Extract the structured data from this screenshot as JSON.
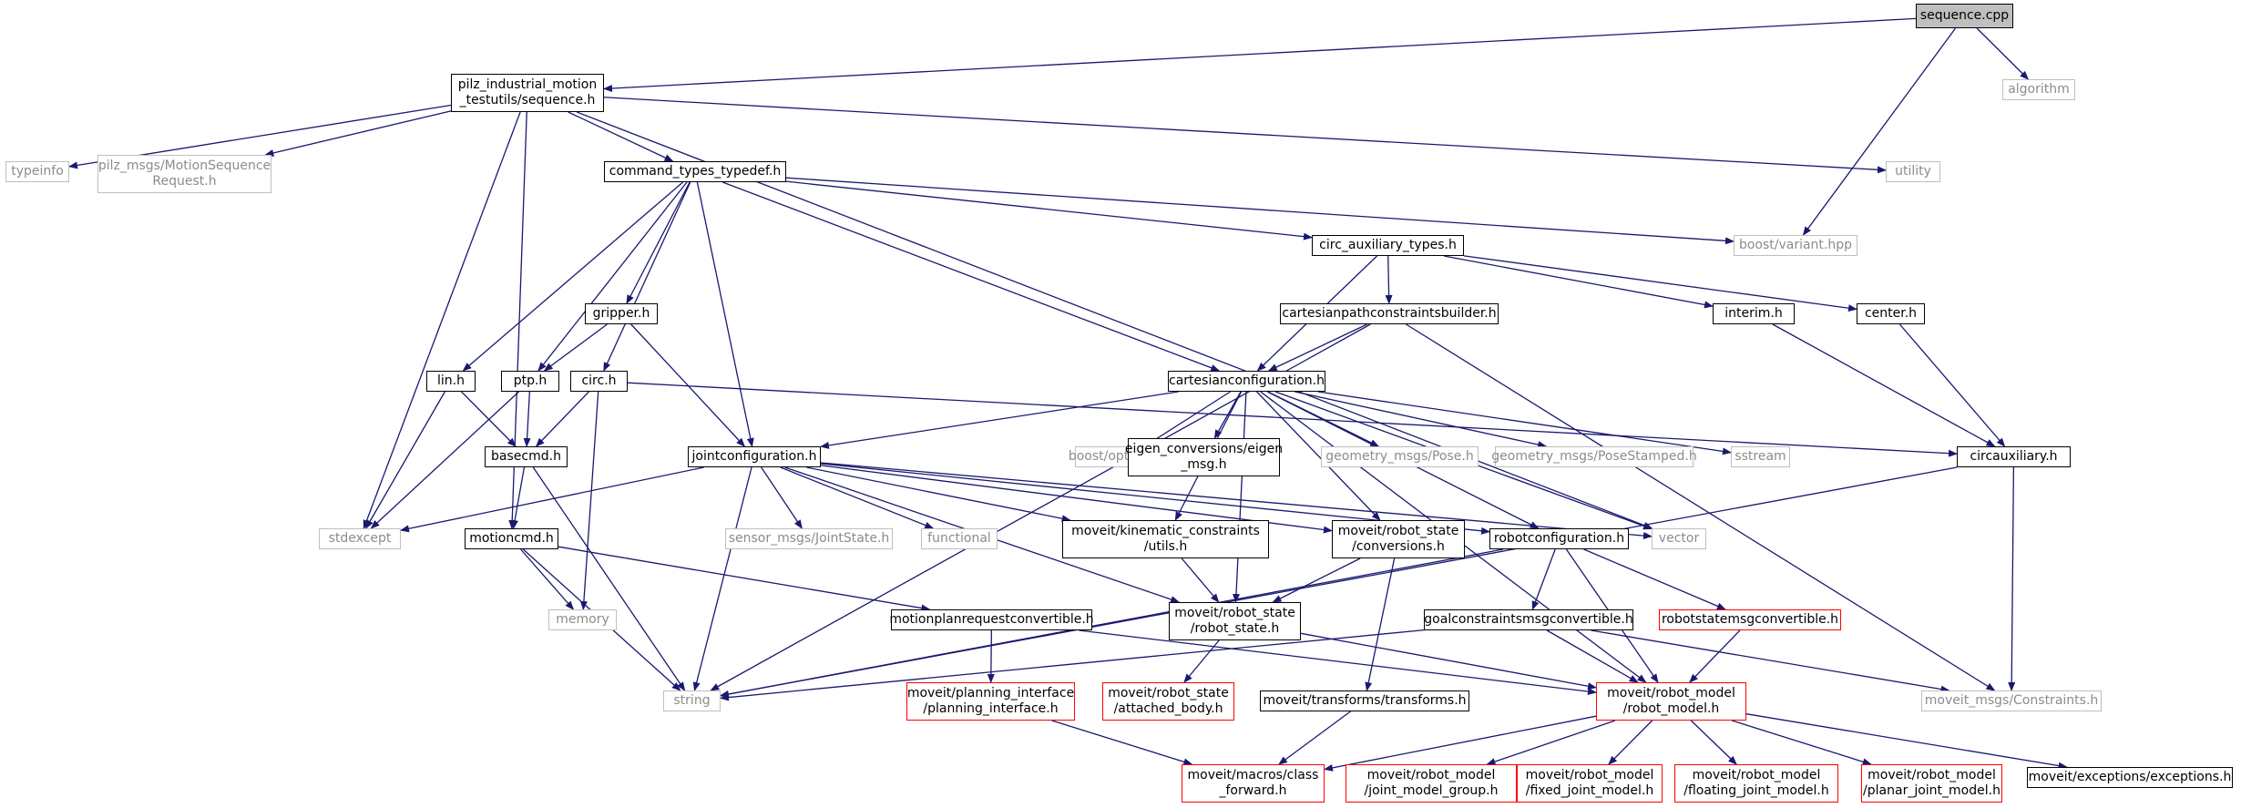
{
  "colors": {
    "edge": "#191970",
    "node_border": "#000000",
    "external_border": "#bfbfbf",
    "external_text": "#8c8c8c",
    "truncated_border": "#ff0000",
    "current_fill": "#bfbfbf"
  },
  "nodes": [
    {
      "id": "sequence_cpp",
      "label": "sequence.cpp",
      "kind": "current"
    },
    {
      "id": "pilz_seq",
      "label": "pilz_industrial_motion\n_testutils/sequence.h",
      "kind": "normal"
    },
    {
      "id": "algorithm",
      "label": "algorithm",
      "kind": "external"
    },
    {
      "id": "typeinfo",
      "label": "typeinfo",
      "kind": "external"
    },
    {
      "id": "pilz_msgs",
      "label": "pilz_msgs/MotionSequence\nRequest.h",
      "kind": "external"
    },
    {
      "id": "command_types",
      "label": "command_types_typedef.h",
      "kind": "normal"
    },
    {
      "id": "utility",
      "label": "utility",
      "kind": "external"
    },
    {
      "id": "boost_variant",
      "label": "boost/variant.hpp",
      "kind": "external"
    },
    {
      "id": "circ_aux_types",
      "label": "circ_auxiliary_types.h",
      "kind": "normal"
    },
    {
      "id": "gripper",
      "label": "gripper.h",
      "kind": "normal"
    },
    {
      "id": "cartpathbuilder",
      "label": "cartesianpathconstraintsbuilder.h",
      "kind": "normal"
    },
    {
      "id": "interim",
      "label": "interim.h",
      "kind": "normal"
    },
    {
      "id": "center",
      "label": "center.h",
      "kind": "normal"
    },
    {
      "id": "lin",
      "label": "lin.h",
      "kind": "normal"
    },
    {
      "id": "ptp",
      "label": "ptp.h",
      "kind": "normal"
    },
    {
      "id": "circ",
      "label": "circ.h",
      "kind": "normal"
    },
    {
      "id": "cartconfig",
      "label": "cartesianconfiguration.h",
      "kind": "normal"
    },
    {
      "id": "basecmd",
      "label": "basecmd.h",
      "kind": "normal"
    },
    {
      "id": "jointconfig",
      "label": "jointconfiguration.h",
      "kind": "normal"
    },
    {
      "id": "boost_optional",
      "label": "boost/optional.hpp",
      "kind": "external"
    },
    {
      "id": "eigen_conv",
      "label": "eigen_conversions/eigen\n_msg.h",
      "kind": "normal"
    },
    {
      "id": "geom_pose",
      "label": "geometry_msgs/Pose.h",
      "kind": "external"
    },
    {
      "id": "geom_pose_stamped",
      "label": "geometry_msgs/PoseStamped.h",
      "kind": "external"
    },
    {
      "id": "sstream",
      "label": "sstream",
      "kind": "external"
    },
    {
      "id": "circaux",
      "label": "circauxiliary.h",
      "kind": "normal"
    },
    {
      "id": "stdexcept",
      "label": "stdexcept",
      "kind": "external"
    },
    {
      "id": "motioncmd",
      "label": "motioncmd.h",
      "kind": "normal"
    },
    {
      "id": "sensor_js",
      "label": "sensor_msgs/JointState.h",
      "kind": "external"
    },
    {
      "id": "functional",
      "label": "functional",
      "kind": "external"
    },
    {
      "id": "kin_constraints",
      "label": "moveit/kinematic_constraints\n/utils.h",
      "kind": "normal"
    },
    {
      "id": "rs_conversions",
      "label": "moveit/robot_state\n/conversions.h",
      "kind": "normal"
    },
    {
      "id": "robotconfig",
      "label": "robotconfiguration.h",
      "kind": "normal"
    },
    {
      "id": "vector",
      "label": "vector",
      "kind": "external"
    },
    {
      "id": "memory",
      "label": "memory",
      "kind": "external"
    },
    {
      "id": "mprconvertible",
      "label": "motionplanrequestconvertible.h",
      "kind": "normal"
    },
    {
      "id": "robot_state",
      "label": "moveit/robot_state\n/robot_state.h",
      "kind": "normal"
    },
    {
      "id": "goalconvertible",
      "label": "goalconstraintsmsgconvertible.h",
      "kind": "normal"
    },
    {
      "id": "rsmsgconvertible",
      "label": "robotstatemsgconvertible.h",
      "kind": "trunc"
    },
    {
      "id": "string",
      "label": "string",
      "kind": "external"
    },
    {
      "id": "planning_interface",
      "label": "moveit/planning_interface\n/planning_interface.h",
      "kind": "trunc"
    },
    {
      "id": "attached_body",
      "label": "moveit/robot_state\n/attached_body.h",
      "kind": "trunc"
    },
    {
      "id": "transforms",
      "label": "moveit/transforms/transforms.h",
      "kind": "normal"
    },
    {
      "id": "robot_model",
      "label": "moveit/robot_model\n/robot_model.h",
      "kind": "trunc"
    },
    {
      "id": "moveit_constraints",
      "label": "moveit_msgs/Constraints.h",
      "kind": "external"
    },
    {
      "id": "class_forward",
      "label": "moveit/macros/class\n_forward.h",
      "kind": "trunc"
    },
    {
      "id": "joint_model_group",
      "label": "moveit/robot_model\n/joint_model_group.h",
      "kind": "trunc"
    },
    {
      "id": "fixed_joint",
      "label": "moveit/robot_model\n/fixed_joint_model.h",
      "kind": "trunc"
    },
    {
      "id": "floating_joint",
      "label": "moveit/robot_model\n/floating_joint_model.h",
      "kind": "trunc"
    },
    {
      "id": "planar_joint",
      "label": "moveit/robot_model\n/planar_joint_model.h",
      "kind": "trunc"
    },
    {
      "id": "moveit_exceptions",
      "label": "moveit/exceptions/exceptions.h",
      "kind": "normal"
    }
  ],
  "edges": [
    [
      "sequence_cpp",
      "pilz_seq"
    ],
    [
      "sequence_cpp",
      "algorithm"
    ],
    [
      "sequence_cpp",
      "boost_variant"
    ],
    [
      "pilz_seq",
      "typeinfo"
    ],
    [
      "pilz_seq",
      "pilz_msgs"
    ],
    [
      "pilz_seq",
      "command_types"
    ],
    [
      "pilz_seq",
      "utility"
    ],
    [
      "pilz_seq",
      "stdexcept"
    ],
    [
      "pilz_seq",
      "motioncmd"
    ],
    [
      "pilz_seq",
      "vector"
    ],
    [
      "command_types",
      "boost_variant"
    ],
    [
      "command_types",
      "circ_aux_types"
    ],
    [
      "command_types",
      "gripper"
    ],
    [
      "command_types",
      "lin"
    ],
    [
      "command_types",
      "ptp"
    ],
    [
      "command_types",
      "circ"
    ],
    [
      "command_types",
      "cartconfig"
    ],
    [
      "command_types",
      "jointconfig"
    ],
    [
      "circ_aux_types",
      "cartpathbuilder"
    ],
    [
      "circ_aux_types",
      "interim"
    ],
    [
      "circ_aux_types",
      "center"
    ],
    [
      "circ_aux_types",
      "cartconfig"
    ],
    [
      "gripper",
      "ptp"
    ],
    [
      "gripper",
      "jointconfig"
    ],
    [
      "cartpathbuilder",
      "cartconfig"
    ],
    [
      "cartpathbuilder",
      "string"
    ],
    [
      "cartpathbuilder",
      "moveit_constraints"
    ],
    [
      "interim",
      "circaux"
    ],
    [
      "center",
      "circaux"
    ],
    [
      "lin",
      "basecmd"
    ],
    [
      "lin",
      "stdexcept"
    ],
    [
      "ptp",
      "basecmd"
    ],
    [
      "ptp",
      "stdexcept"
    ],
    [
      "circ",
      "basecmd"
    ],
    [
      "circ",
      "circaux"
    ],
    [
      "circ",
      "memory"
    ],
    [
      "cartconfig",
      "jointconfig"
    ],
    [
      "cartconfig",
      "boost_optional"
    ],
    [
      "cartconfig",
      "eigen_conv"
    ],
    [
      "cartconfig",
      "geom_pose"
    ],
    [
      "cartconfig",
      "geom_pose_stamped"
    ],
    [
      "cartconfig",
      "sstream"
    ],
    [
      "cartconfig",
      "kin_constraints"
    ],
    [
      "cartconfig",
      "rs_conversions"
    ],
    [
      "cartconfig",
      "robot_state"
    ],
    [
      "cartconfig",
      "robotconfig"
    ],
    [
      "cartconfig",
      "vector"
    ],
    [
      "cartconfig",
      "robot_model"
    ],
    [
      "basecmd",
      "motioncmd"
    ],
    [
      "basecmd",
      "string"
    ],
    [
      "jointconfig",
      "stdexcept"
    ],
    [
      "jointconfig",
      "sensor_js"
    ],
    [
      "jointconfig",
      "functional"
    ],
    [
      "jointconfig",
      "kin_constraints"
    ],
    [
      "jointconfig",
      "rs_conversions"
    ],
    [
      "jointconfig",
      "robotconfig"
    ],
    [
      "jointconfig",
      "vector"
    ],
    [
      "jointconfig",
      "robot_state"
    ],
    [
      "jointconfig",
      "string"
    ],
    [
      "circaux",
      "moveit_constraints"
    ],
    [
      "circaux",
      "string"
    ],
    [
      "motioncmd",
      "memory"
    ],
    [
      "motioncmd",
      "mprconvertible"
    ],
    [
      "motioncmd",
      "string"
    ],
    [
      "kin_constraints",
      "robot_state"
    ],
    [
      "rs_conversions",
      "robot_state"
    ],
    [
      "rs_conversions",
      "transforms"
    ],
    [
      "robotconfig",
      "goalconvertible"
    ],
    [
      "robotconfig",
      "rsmsgconvertible"
    ],
    [
      "robotconfig",
      "robot_model"
    ],
    [
      "robotconfig",
      "string"
    ],
    [
      "mprconvertible",
      "planning_interface"
    ],
    [
      "mprconvertible",
      "robot_model"
    ],
    [
      "robot_state",
      "attached_body"
    ],
    [
      "robot_state",
      "robot_model"
    ],
    [
      "goalconvertible",
      "robot_model"
    ],
    [
      "goalconvertible",
      "moveit_constraints"
    ],
    [
      "goalconvertible",
      "string"
    ],
    [
      "rsmsgconvertible",
      "robot_model"
    ],
    [
      "planning_interface",
      "class_forward"
    ],
    [
      "transforms",
      "class_forward"
    ],
    [
      "robot_model",
      "class_forward"
    ],
    [
      "robot_model",
      "joint_model_group"
    ],
    [
      "robot_model",
      "fixed_joint"
    ],
    [
      "robot_model",
      "floating_joint"
    ],
    [
      "robot_model",
      "planar_joint"
    ],
    [
      "robot_model",
      "moveit_exceptions"
    ]
  ]
}
